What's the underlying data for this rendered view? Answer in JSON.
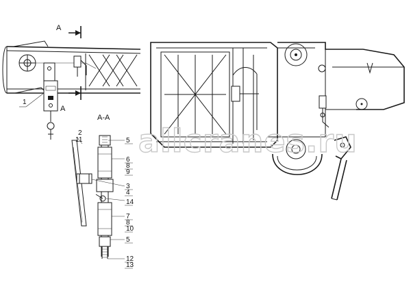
{
  "watermark": "allcranes.ru",
  "section": {
    "arrow_label": "A",
    "view_title": "A-A"
  },
  "callouts": {
    "left_view": [
      "1"
    ],
    "section_view": [
      "2",
      "11",
      "5",
      "6",
      "8",
      "9",
      "3",
      "4",
      "14",
      "7",
      "8",
      "10",
      "5",
      "12",
      "13"
    ]
  },
  "colors": {
    "line": "#1a1a1a",
    "watermark": "#c8c8c8",
    "background": "#ffffff"
  }
}
